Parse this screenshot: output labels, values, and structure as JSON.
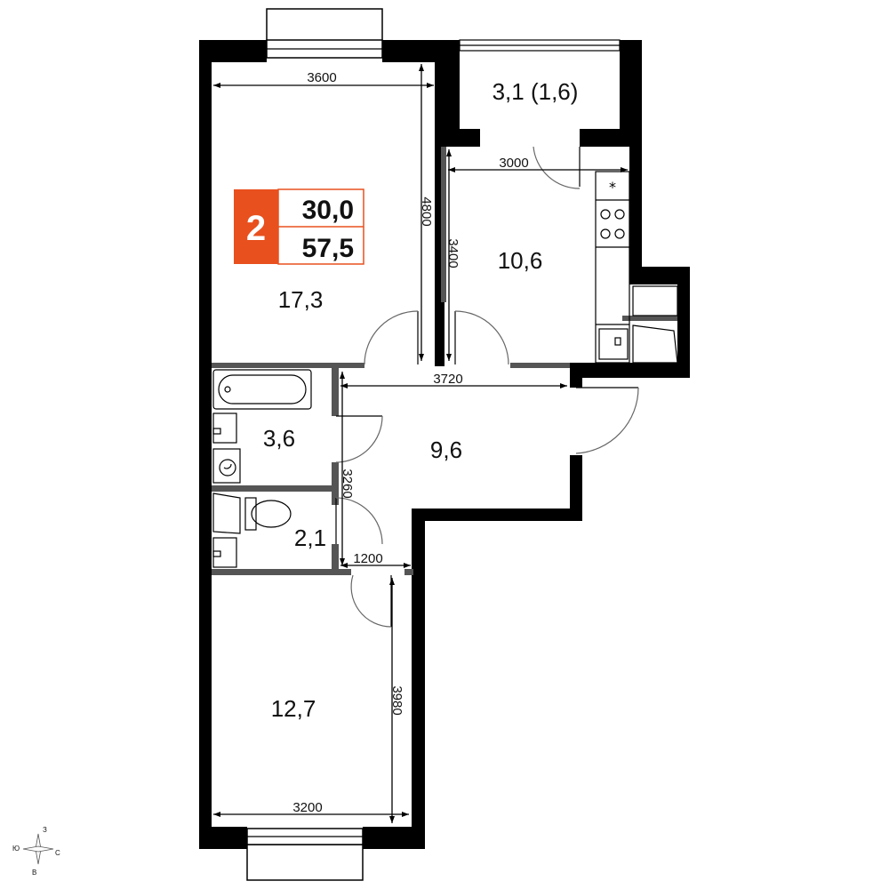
{
  "badge": {
    "rooms": "2",
    "living_area": "30,0",
    "total_area": "57,5",
    "accent": "#E8501E"
  },
  "rooms": {
    "living_room": "17,3",
    "kitchen": "10,6",
    "loggia": "3,1 (1,6)",
    "hallway": "9,6",
    "bathroom": "3,6",
    "toilet": "2,1",
    "bedroom": "12,7"
  },
  "dimensions": {
    "d3600": "3600",
    "d4800": "4800",
    "d3000": "3000",
    "d3400": "3400",
    "d3720": "3720",
    "d3260": "3260",
    "d1200": "1200",
    "d3980": "3980",
    "d3200": "3200"
  },
  "compass": {
    "n": "З",
    "e": "С",
    "s": "В",
    "w": "Ю"
  },
  "icons": {
    "hob": "stove-icon",
    "hood": "asterisk-icon",
    "washer": "washing-machine-icon"
  }
}
